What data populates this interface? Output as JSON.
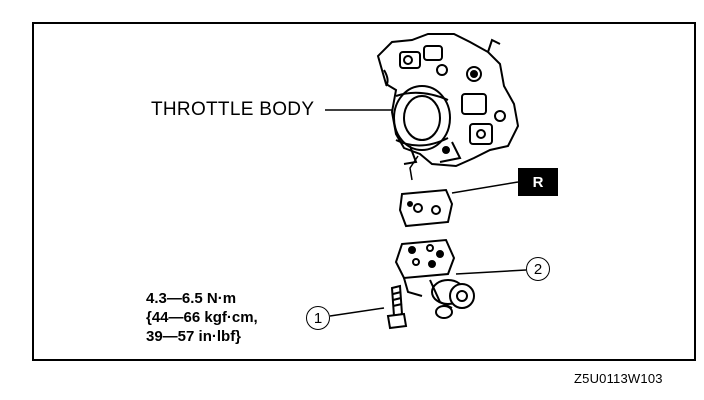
{
  "labels": {
    "throttle_body": "THROTTLE BODY",
    "torque_line1": "4.3—6.5 N·m",
    "torque_line2": "{44—66 kgf·cm,",
    "torque_line3": "39—57 in·lbf}",
    "replace_badge": "R",
    "callout_1": "1",
    "callout_2": "2"
  },
  "figure_id": "Z5U0113W103"
}
